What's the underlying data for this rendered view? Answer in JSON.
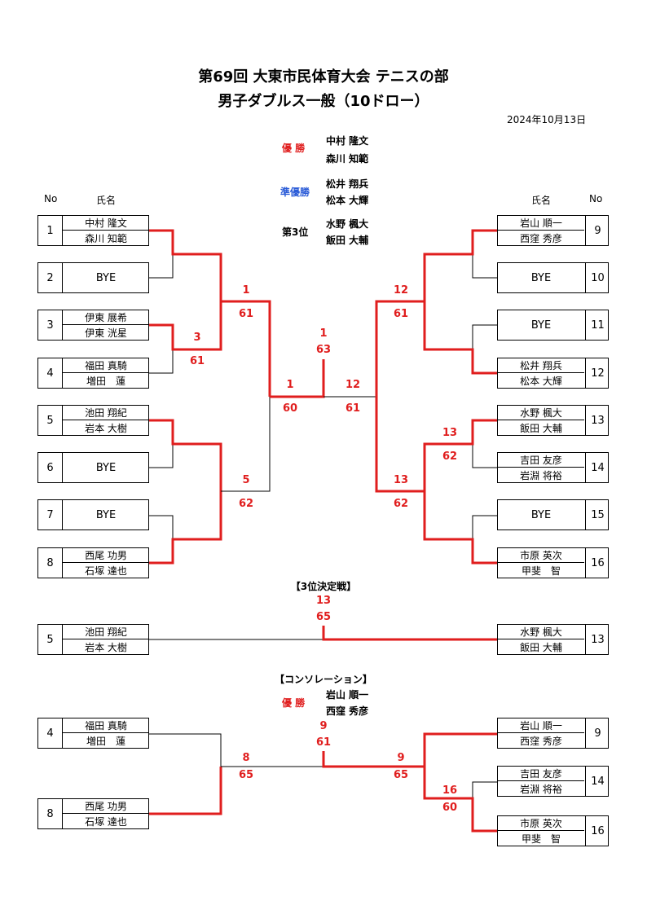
{
  "title": {
    "line1": "第69回 大東市民体育大会 テニスの部",
    "line2": "男子ダブルス一般（10ドロー）"
  },
  "date": "2024年10月13日",
  "headers": {
    "no": "No",
    "name": "氏名"
  },
  "results": {
    "winner": {
      "label": "優 勝",
      "p1": "中村 隆文",
      "p2": "森川 知範"
    },
    "runner_up": {
      "label": "準優勝",
      "p1": "松井 翔兵",
      "p2": "松本 大輝"
    },
    "third": {
      "label": "第3位",
      "p1": "水野 楓大",
      "p2": "飯田 大輔"
    }
  },
  "colors": {
    "win_line": "#e01e1e",
    "lose_line": "#000000",
    "runner_up_label": "#2a5bd7"
  },
  "main": {
    "left": [
      {
        "no": "1",
        "p1": "中村 隆文",
        "p2": "森川 知範"
      },
      {
        "no": "2",
        "bye": "BYE"
      },
      {
        "no": "3",
        "p1": "伊東 展希",
        "p2": "伊東 洸星"
      },
      {
        "no": "4",
        "p1": "福田 真騎",
        "p2": "増田　蓮"
      },
      {
        "no": "5",
        "p1": "池田 翔紀",
        "p2": "岩本 大樹"
      },
      {
        "no": "6",
        "bye": "BYE"
      },
      {
        "no": "7",
        "bye": "BYE"
      },
      {
        "no": "8",
        "p1": "西尾 功男",
        "p2": "石塚 達也"
      }
    ],
    "right": [
      {
        "no": "9",
        "p1": "岩山 順一",
        "p2": "西窪 秀彦"
      },
      {
        "no": "10",
        "bye": "BYE"
      },
      {
        "no": "11",
        "bye": "BYE"
      },
      {
        "no": "12",
        "p1": "松井 翔兵",
        "p2": "松本 大輝"
      },
      {
        "no": "13",
        "p1": "水野 楓大",
        "p2": "飯田 大輔"
      },
      {
        "no": "14",
        "p1": "吉田 友彦",
        "p2": "岩淵 将裕"
      },
      {
        "no": "15",
        "bye": "BYE"
      },
      {
        "no": "16",
        "p1": "市原 英次",
        "p2": "甲斐　智"
      }
    ],
    "scores": {
      "l_q1": {
        "w": "1",
        "s": "61"
      },
      "l_r1": {
        "w": "3",
        "s": "61"
      },
      "l_q2": {
        "w": "5",
        "s": "62"
      },
      "l_sf": {
        "w": "1",
        "s": "60"
      },
      "final": {
        "w": "1",
        "s": "63"
      },
      "r_sf": {
        "w": "12",
        "s": "61"
      },
      "r_q1": {
        "w": "12",
        "s": "61"
      },
      "r_r1": {
        "w": "13",
        "s": "62"
      },
      "r_q2": {
        "w": "13",
        "s": "62"
      }
    }
  },
  "third_place": {
    "heading": "【3位決定戦】",
    "left": {
      "no": "5",
      "p1": "池田 翔紀",
      "p2": "岩本 大樹"
    },
    "right": {
      "no": "13",
      "p1": "水野 楓大",
      "p2": "飯田 大輔"
    },
    "score": {
      "w": "13",
      "s": "65"
    }
  },
  "consolation": {
    "heading": "【コンソレーション】",
    "winner": {
      "label": "優 勝",
      "p1": "岩山 順一",
      "p2": "西窪 秀彦"
    },
    "left": [
      {
        "no": "4",
        "p1": "福田 真騎",
        "p2": "増田　蓮"
      },
      {
        "no": "8",
        "p1": "西尾 功男",
        "p2": "石塚 達也"
      }
    ],
    "right": [
      {
        "no": "9",
        "p1": "岩山 順一",
        "p2": "西窪 秀彦"
      },
      {
        "no": "14",
        "p1": "吉田 友彦",
        "p2": "岩淵 将裕"
      },
      {
        "no": "16",
        "p1": "市原 英次",
        "p2": "甲斐　智"
      }
    ],
    "scores": {
      "l": {
        "w": "8",
        "s": "65"
      },
      "final": {
        "w": "9",
        "s": "61"
      },
      "r": {
        "w": "9",
        "s": "65"
      },
      "r_r1": {
        "w": "16",
        "s": "60"
      }
    }
  }
}
